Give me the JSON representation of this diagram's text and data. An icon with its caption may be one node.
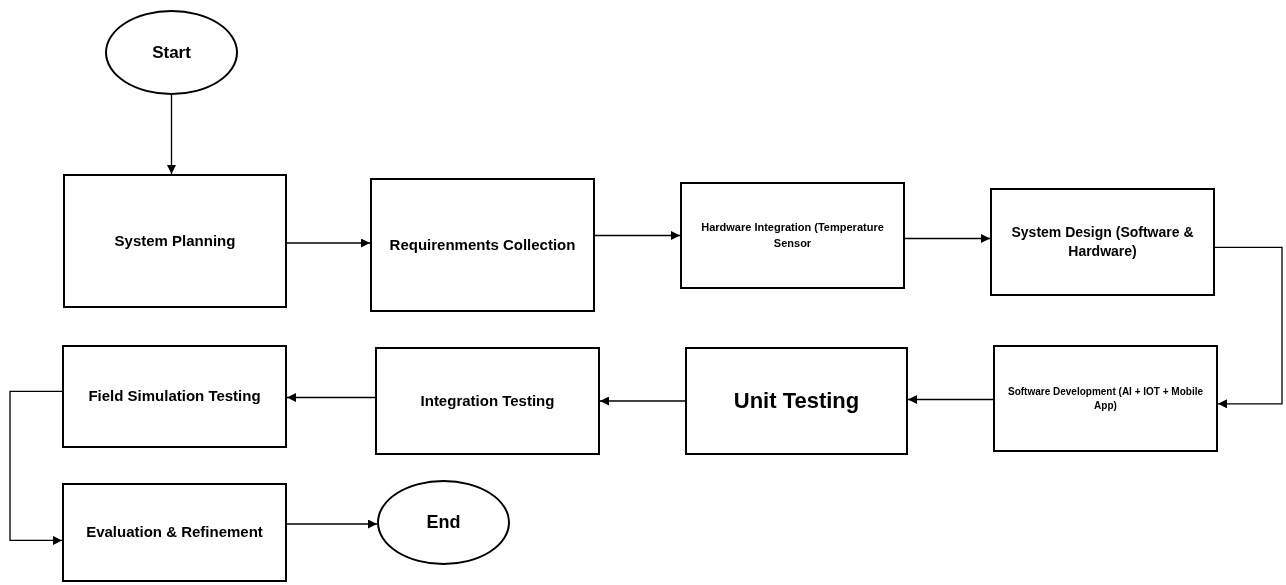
{
  "diagram": {
    "nodes": [
      {
        "text": [
          "Start"
        ]
      },
      {
        "text": [
          "System Planning"
        ]
      },
      {
        "text": [
          "Requirenments Collection"
        ]
      },
      {
        "text": [
          "Hardware Integration (Temperature Sensor"
        ]
      },
      {
        "text": [
          "System Design (Software & Hardware)"
        ]
      },
      {
        "text": [
          "Software Development (AI + IOT + Mobile App)"
        ]
      },
      {
        "text": [
          "Unit Testing"
        ]
      },
      {
        "text": [
          "Integration Testing"
        ]
      },
      {
        "text": [
          "Field Simulation Testing"
        ]
      },
      {
        "text": [
          "Evaluation & Refinement"
        ]
      },
      {
        "text": [
          "End"
        ]
      }
    ],
    "edges": [
      {
        "from": 0,
        "to": 1,
        "arrow": "to"
      },
      {
        "from": 1,
        "to": 2,
        "arrow": "to"
      },
      {
        "from": 2,
        "to": 3,
        "arrow": "to"
      },
      {
        "from": 3,
        "to": 4,
        "arrow": "to"
      },
      {
        "from": 4,
        "to": 5,
        "arrow": "to"
      },
      {
        "from": 5,
        "to": 6,
        "arrow": "to"
      },
      {
        "from": 6,
        "to": 7,
        "arrow": "to"
      },
      {
        "from": 7,
        "to": 8,
        "arrow": "to"
      },
      {
        "from": 8,
        "to": 9,
        "arrow": "to"
      },
      {
        "from": 9,
        "to": 10,
        "arrow": "to"
      }
    ]
  }
}
